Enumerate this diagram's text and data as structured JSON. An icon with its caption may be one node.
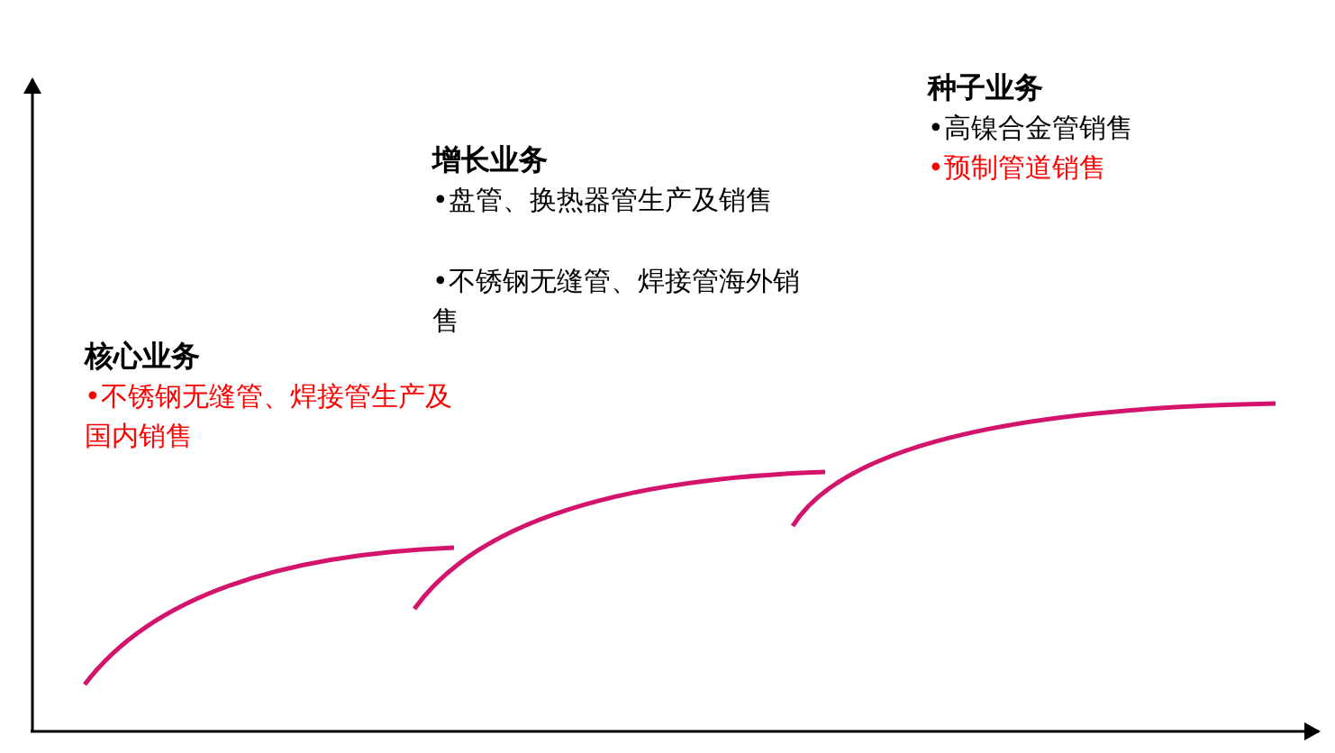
{
  "diagram": {
    "labels": [
      "核心业务",
      "•不锈钢无缝管、焊接管生产及国内销售",
      "增长业务",
      "•盘管、换热器管生产及销售",
      "•不锈钢无缝管、焊接管海外销售",
      "种子业务",
      "•高镍合金管销售",
      "•预制管道销售"
    ]
  }
}
